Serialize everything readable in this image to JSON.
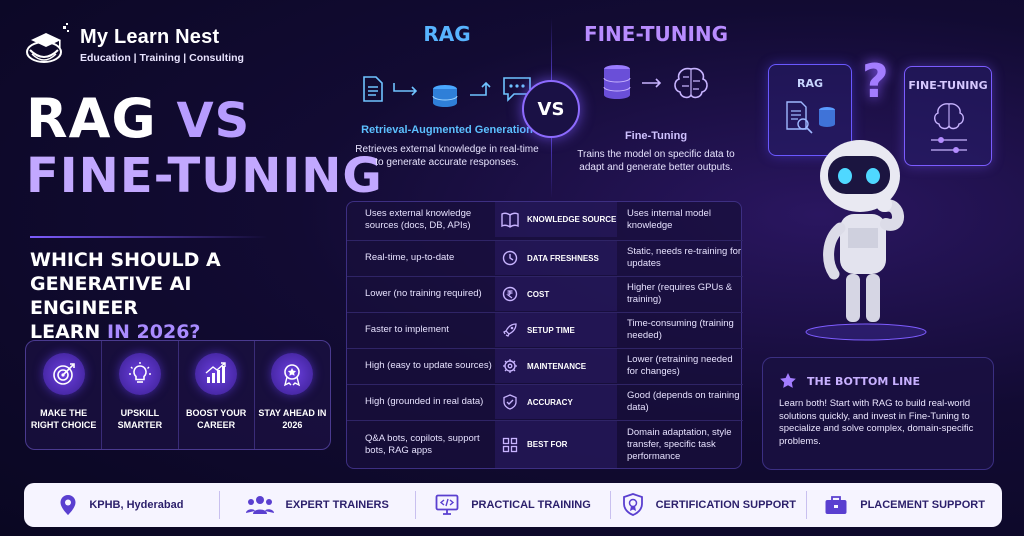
{
  "brand": {
    "name": "My Learn Nest",
    "tagline": "Education | Training | Consulting"
  },
  "title": {
    "line1_main": "RAG",
    "line1_vs": "VS",
    "line2": "FINE-TUNING"
  },
  "subtitle": {
    "line1": "WHICH SHOULD A",
    "line2": "GENERATIVE AI ENGINEER",
    "line3_prefix": "LEARN",
    "line3_highlight": "IN 2026?"
  },
  "benefits": [
    {
      "label": "MAKE THE RIGHT CHOICE",
      "icon": "target-icon"
    },
    {
      "label": "UPSKILL SMARTER",
      "icon": "lightbulb-icon"
    },
    {
      "label": "BOOST YOUR CAREER",
      "icon": "growth-chart-icon"
    },
    {
      "label": "STAY AHEAD IN 2026",
      "icon": "medal-icon"
    }
  ],
  "rag": {
    "heading": "RAG",
    "subheading": "Retrieval-Augmented Generation",
    "description": "Retrieves external knowledge in real-time to generate accurate responses."
  },
  "vs_label": "VS",
  "finetuning": {
    "heading": "FINE-TUNING",
    "subheading": "Fine-Tuning",
    "description": "Trains the model on specific data to adapt and generate better outputs."
  },
  "comparison": [
    {
      "rag": "Uses external knowledge sources (docs, DB, APIs)",
      "criterion": "KNOWLEDGE SOURCE",
      "icon": "book-icon",
      "ft": "Uses internal model knowledge"
    },
    {
      "rag": "Real-time, up-to-date",
      "criterion": "DATA FRESHNESS",
      "icon": "clock-icon",
      "ft": "Static, needs re-training for updates"
    },
    {
      "rag": "Lower (no training required)",
      "criterion": "COST",
      "icon": "rupee-icon",
      "ft": "Higher (requires GPUs & training)"
    },
    {
      "rag": "Faster to implement",
      "criterion": "SETUP TIME",
      "icon": "rocket-icon",
      "ft": "Time-consuming (training needed)"
    },
    {
      "rag": "High (easy to update sources)",
      "criterion": "MAINTENANCE",
      "icon": "gear-icon",
      "ft": "Lower (retraining needed for changes)"
    },
    {
      "rag": "High (grounded in real data)",
      "criterion": "ACCURACY",
      "icon": "shield-check-icon",
      "ft": "Good (depends on training data)"
    },
    {
      "rag": "Q&A bots, copilots, support bots, RAG apps",
      "criterion": "BEST FOR",
      "icon": "grid-icon",
      "ft": "Domain adaptation, style transfer, specific task performance"
    }
  ],
  "art": {
    "card_rag": "RAG",
    "card_ft": "FINE-TUNING",
    "question": "?"
  },
  "bottom_line": {
    "heading": "THE BOTTOM LINE",
    "text": "Learn both! Start with RAG to build real-world solutions quickly, and invest in Fine-Tuning to specialize and solve complex, domain-specific problems."
  },
  "footer": [
    {
      "label": "KPHB, Hyderabad",
      "icon": "location-pin-icon"
    },
    {
      "label": "EXPERT TRAINERS",
      "icon": "people-icon"
    },
    {
      "label": "PRACTICAL TRAINING",
      "icon": "code-monitor-icon"
    },
    {
      "label": "CERTIFICATION SUPPORT",
      "icon": "certificate-icon"
    },
    {
      "label": "PLACEMENT SUPPORT",
      "icon": "briefcase-icon"
    }
  ],
  "colors": {
    "accent": "#7d5cff",
    "rag_blue": "#58b4ff",
    "ft_purple": "#b88cff",
    "background": "#120b33",
    "footer_bg": "#f6f4ff"
  }
}
